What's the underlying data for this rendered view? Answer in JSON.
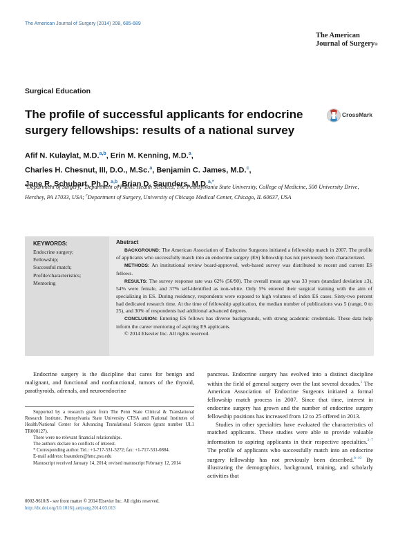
{
  "journal_ref": "The American Journal of Surgery (2014) 208, 685-689",
  "journal_logo": [
    "The American",
    "Journal of Surgery"
  ],
  "section": "Surgical Education",
  "title": "The profile of successful applicants for endocrine surgery fellowships: results of a national survey",
  "crossmark": "CrossMark",
  "authors": {
    "line1_a": "Afif N. Kulaylat, M.D.",
    "line1_a_sup": "a,b",
    "line1_b": ", Erin M. Kenning, M.D.",
    "line1_b_sup": "a",
    "line1_end": ",",
    "line2_a": "Charles H. Chesnut, III, D.O., M.Sc.",
    "line2_a_sup": "a",
    "line2_b": ", Benjamin C. James, M.D.",
    "line2_b_sup": "c",
    "line2_end": ",",
    "line3_a": "Jane R. Schubart, Ph.D.",
    "line3_a_sup": "a,b",
    "line3_b": ", Brian D. Saunders, M.D.",
    "line3_b_sup": "a,*"
  },
  "affiliations": {
    "a_sup": "a",
    "a_text": "Department of Surgery, ",
    "b_sup": "b",
    "b_text": "Department of Public Health Sciences, The Pennsylvania State University, College of Medicine, 500 University Drive, Hershey, PA 17033, USA; ",
    "c_sup": "c",
    "c_text": "Department of Surgery, University of Chicago Medical Center, Chicago, IL 60637, USA"
  },
  "keywords": {
    "title": "KEYWORDS:",
    "items": [
      "Endocrine surgery;",
      "Fellowship;",
      "Successful match;",
      "Profile/characteristics;",
      "Mentoring"
    ]
  },
  "abstract": {
    "heading": "Abstract",
    "background_label": "BACKGROUND:",
    "background": "The American Association of Endocrine Surgeons initiated a fellowship match in 2007. The profile of applicants who successfully match into an endocrine surgery (ES) fellowship has not previously been characterized.",
    "methods_label": "METHODS:",
    "methods": "An institutional review board-approved, web-based survey was distributed to recent and current ES fellows.",
    "results_label": "RESULTS:",
    "results": "The survey response rate was 62% (56/90). The overall mean age was 33 years (standard deviation ±3), 54% were female, and 37% self-identified as non-white. Only 5% entered their surgical training with the aim of specializing in ES. During residency, respondents were exposed to high volumes of index ES cases. Sixty-two percent had dedicated research time. At the time of fellowship application, the median number of publications was 5 (range, 0 to 25), and 30% of respondents had additional advanced degrees.",
    "conclusion_label": "CONCLUSION:",
    "conclusion": "Entering ES fellows has diverse backgrounds, with strong academic credentials. These data help inform the career mentoring of aspiring ES applicants.",
    "copyright": "© 2014 Elsevier Inc. All rights reserved."
  },
  "body_left": "Endocrine surgery is the discipline that cares for benign and malignant, and functional and nonfunctional, tumors of the thyroid, parathyroids, adrenals, and neuroendocrine",
  "footnotes": [
    "Supported by a research grant from The Penn State Clinical & Translational Research Institute, Pennsylvania State University CTSA and National Institutes of Health/National Center for Advancing Translational Sciences (grant number UL1 TR000127).",
    "There were no relevant financial relationships.",
    "The authors declare no conflicts of interest.",
    "* Corresponding author. Tel.: +1-717-531-5272; fax: +1-717-531-0884.",
    "E-mail address: bsaunders@hmc.psu.edu",
    "Manuscript received January 14, 2014; revised manuscript February 12, 2014"
  ],
  "body_right": {
    "p1_a": "pancreas. Endocrine surgery has evolved into a distinct discipline within the field of general surgery over the last several decades.",
    "p1_ref1": "1",
    "p1_b": " The American Association of Endocrine Surgeons initiated a formal fellowship match process in 2007. Since that time, interest in endocrine surgery has grown and the number of endocrine surgery fellowship positions has increased from 12 to 25 offered in 2013.",
    "p2_a": "Studies in other specialties have evaluated the characteristics of matched applicants. These studies were able to provide valuable information to aspiring applicants in their respective specialties.",
    "p2_ref1": "2–7",
    "p2_b": " The profile of applicants who successfully match into an endocrine surgery fellowship has not previously been described.",
    "p2_ref2": "8–10",
    "p2_c": " By illustrating the demographics, background, training, and scholarly activities that"
  },
  "footer": {
    "issn": "0002-9610/$ - see front matter © 2014 Elsevier Inc. All rights reserved.",
    "doi": "http://dx.doi.org/10.1016/j.amjsurg.2014.03.013"
  }
}
